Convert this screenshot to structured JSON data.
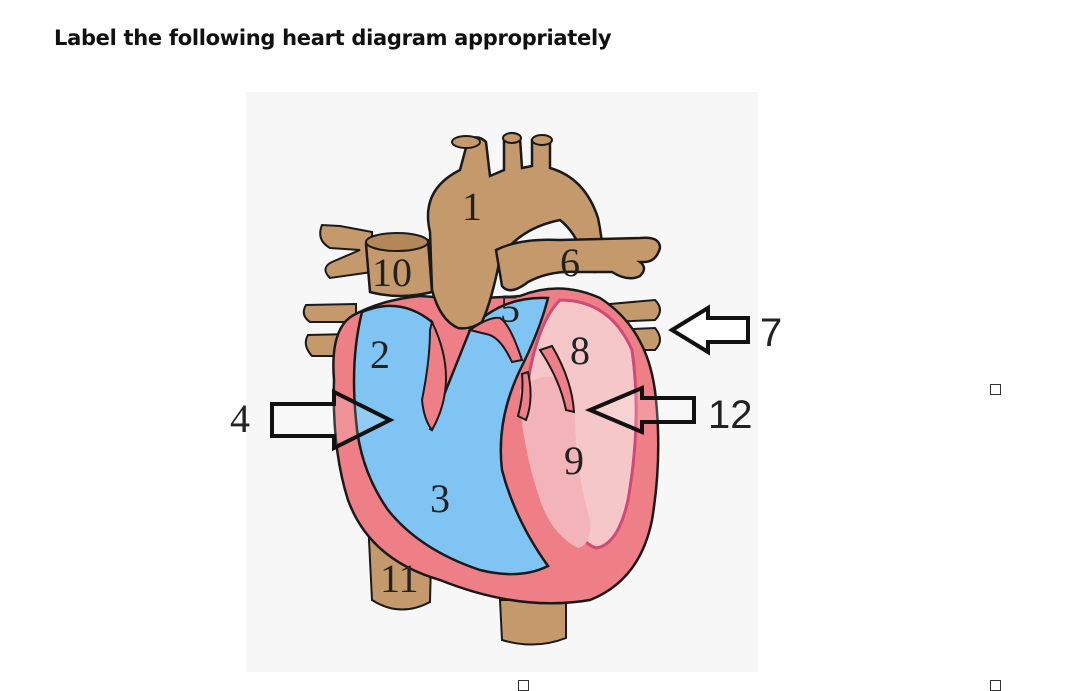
{
  "document": {
    "title": "Label the following heart diagram appropriately"
  },
  "diagram": {
    "labels": {
      "l1": "1",
      "l2": "2",
      "l3": "3",
      "l4": "4",
      "l5": "5",
      "l6": "6",
      "l7": "7",
      "l8": "8",
      "l9": "9",
      "l10": "10",
      "l11": "11",
      "l12": "12"
    },
    "colors": {
      "vessel": "#c49a6c",
      "right_side": "#7fc4f2",
      "muscle": "#ef7f86",
      "left_chamber": "#f6c7c9",
      "outline": "#1a1a1a"
    }
  }
}
